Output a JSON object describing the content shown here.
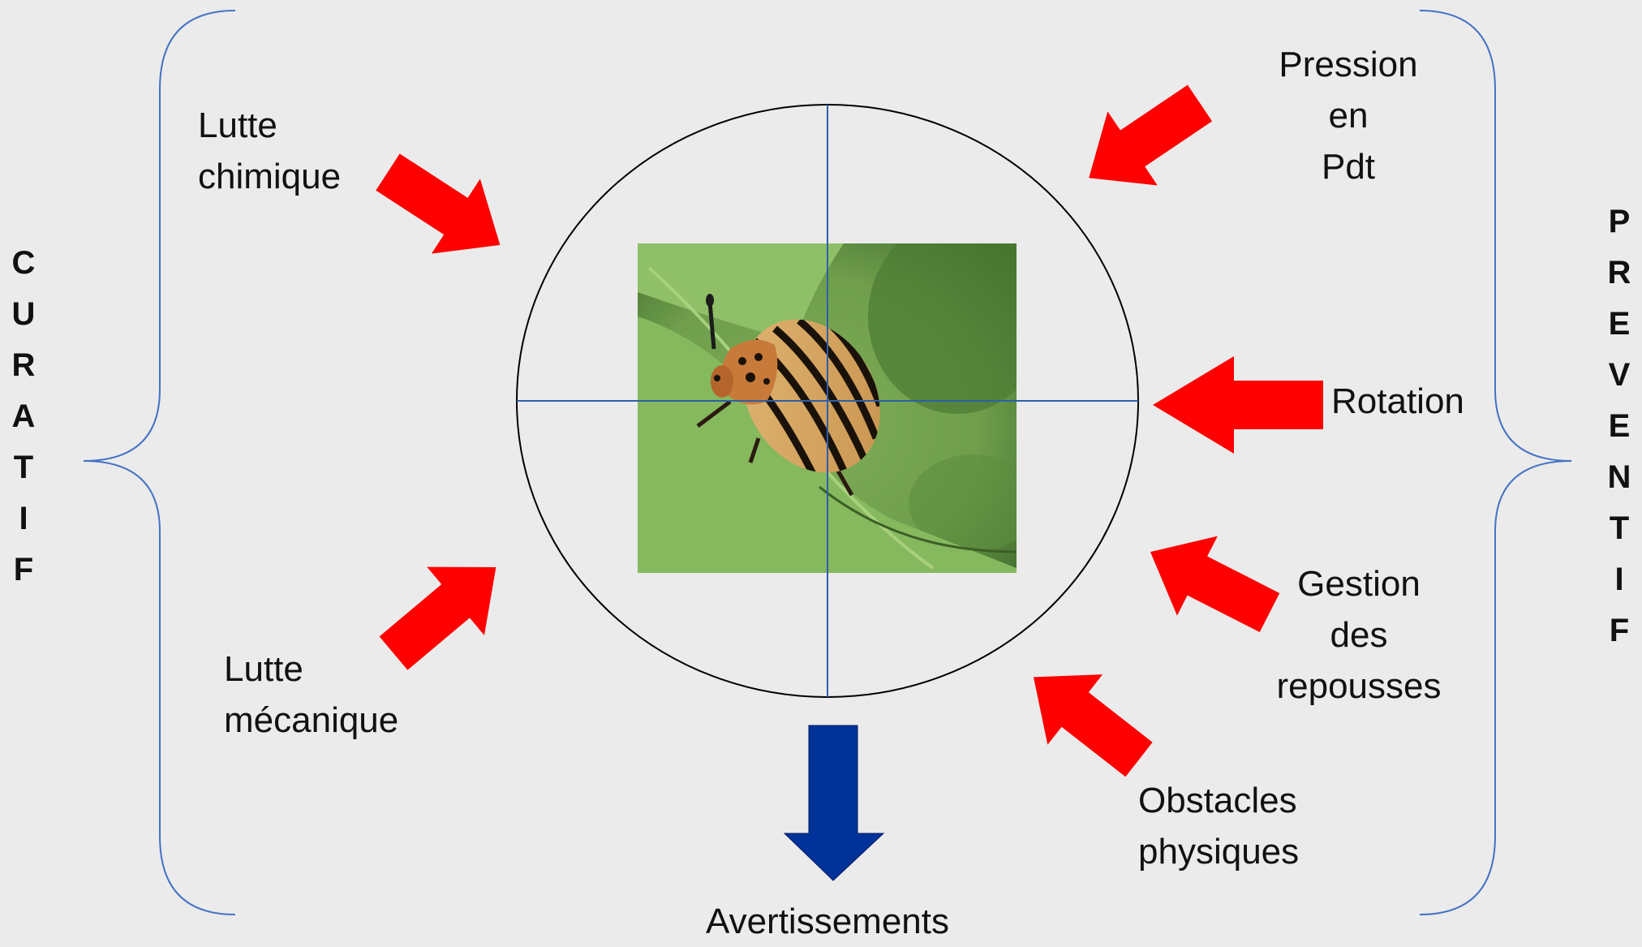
{
  "side_left": "CURATIF",
  "side_right": "PREVENTIF",
  "labels": {
    "lutte_chimique": [
      "Lutte",
      "chimique"
    ],
    "lutte_mecanique": [
      "Lutte",
      "mécanique"
    ],
    "pression": [
      "Pression",
      "en",
      "Pdt"
    ],
    "rotation": "Rotation",
    "gestion": [
      "Gestion",
      "des",
      "repousses"
    ],
    "obstacles": [
      "Obstacles",
      "physiques"
    ],
    "avertissements": "Avertissements"
  },
  "colors": {
    "arrow_red": "#ff0000",
    "arrow_blue": "#003399",
    "brace": "#4472c4",
    "crosshair": "#2e5fa8",
    "background": "#ebebeb"
  },
  "image": {
    "subject": "colorado-potato-beetle-on-leaf"
  }
}
